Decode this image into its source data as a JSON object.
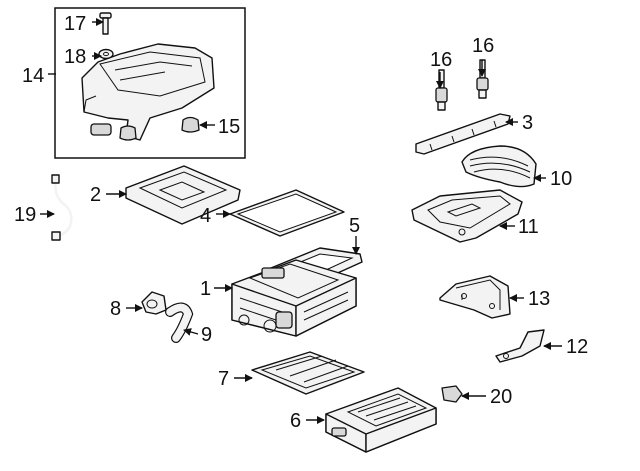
{
  "diagram": {
    "callouts": {
      "c1": "1",
      "c2": "2",
      "c3": "3",
      "c4": "4",
      "c5": "5",
      "c6": "6",
      "c7": "7",
      "c8": "8",
      "c9": "9",
      "c10": "10",
      "c11": "11",
      "c12": "12",
      "c13": "13",
      "c14": "14",
      "c15": "15",
      "c16a": "16",
      "c16b": "16",
      "c17": "17",
      "c18": "18",
      "c19": "19",
      "c20": "20"
    }
  }
}
